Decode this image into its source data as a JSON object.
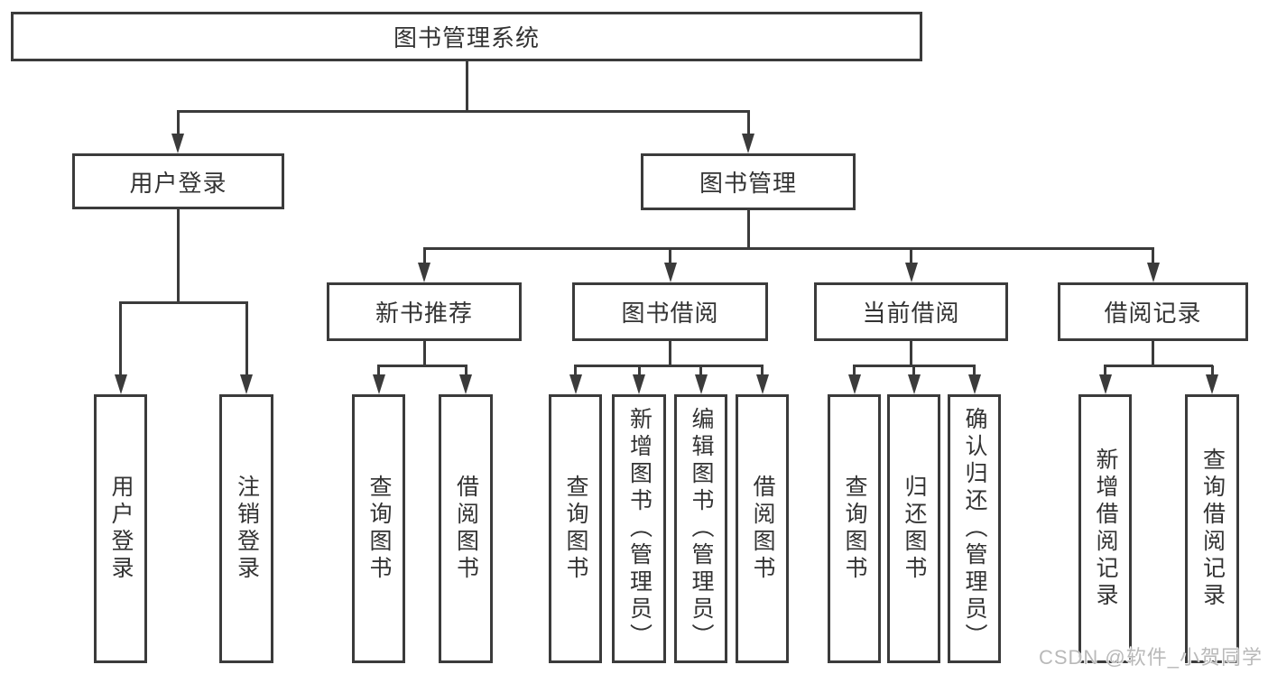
{
  "colors": {
    "line": "#3b3b3b",
    "text": "#333333",
    "watermark": "#b9b9b9",
    "bg": "#ffffff"
  },
  "nodes": {
    "root": "图书管理系统",
    "user_login": "用户登录",
    "book_management": "图书管理",
    "new_book_recommend": "新书推荐",
    "book_borrowing": "图书借阅",
    "current_borrowing": "当前借阅",
    "borrowing_records": "借阅记录",
    "ul_user_login": "用户登录",
    "ul_logout": "注销登录",
    "nr_query_books": "查询图书",
    "nr_borrow_books": "借阅图书",
    "bb_query_books": "查询图书",
    "bb_add_books": "新增图书（管理员）",
    "bb_edit_books": "编辑图书（管理员）",
    "bb_borrow_books": "借阅图书",
    "cb_query_books": "查询图书",
    "cb_return_books": "归还图书",
    "cb_confirm_return": "确认归还（管理员）",
    "br_add_record": "新增借阅记录",
    "br_query_record": "查询借阅记录"
  },
  "watermark": "CSDN @软件_小贺同学"
}
